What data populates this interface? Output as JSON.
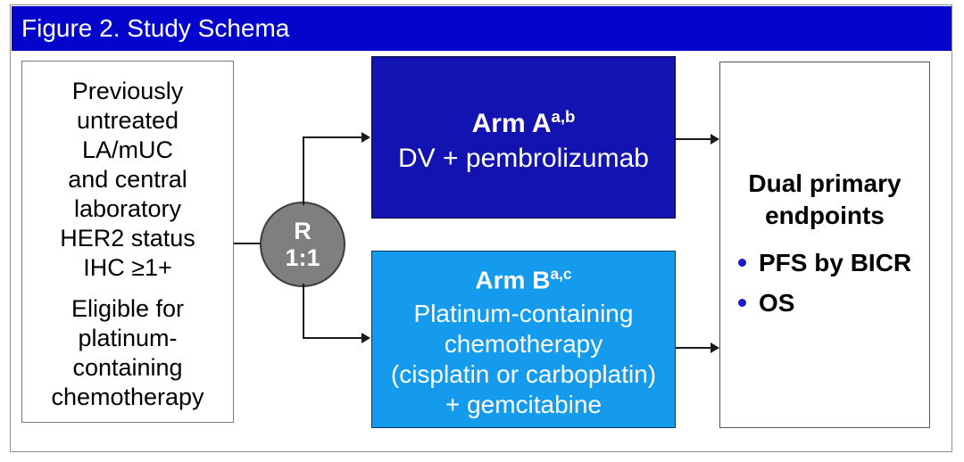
{
  "figure": {
    "title": "Figure 2. Study Schema"
  },
  "colors": {
    "title_bar_bg": "#0404CC",
    "arm_a_bg": "#1313B2",
    "arm_b_bg": "#149BEE",
    "randomizer_bg": "#7F7F7F",
    "bullet_dot": "#1A1ACC",
    "connector": "#1A1A1A"
  },
  "eligibility_box": {
    "criteria_lines": [
      "Previously",
      "untreated",
      "LA/mUC",
      "and central",
      "laboratory",
      "HER2 status",
      "IHC ≥1+"
    ],
    "eligibility_lines": [
      "Eligible for",
      "platinum-",
      "containing",
      "chemotherapy"
    ]
  },
  "randomizer": {
    "lines": [
      "R",
      "1:1"
    ]
  },
  "arm_a": {
    "name": "Arm A",
    "superscript": "a,b",
    "regimen": "DV + pembrolizumab"
  },
  "arm_b": {
    "name": "Arm B",
    "superscript": "a,c",
    "regimen_lines": [
      "Platinum-containing",
      "chemotherapy",
      "(cisplatin or carboplatin)",
      "+ gemcitabine"
    ]
  },
  "endpoints_box": {
    "heading_lines": [
      "Dual primary",
      "endpoints"
    ],
    "bullets": [
      "PFS by BICR",
      "OS"
    ]
  }
}
